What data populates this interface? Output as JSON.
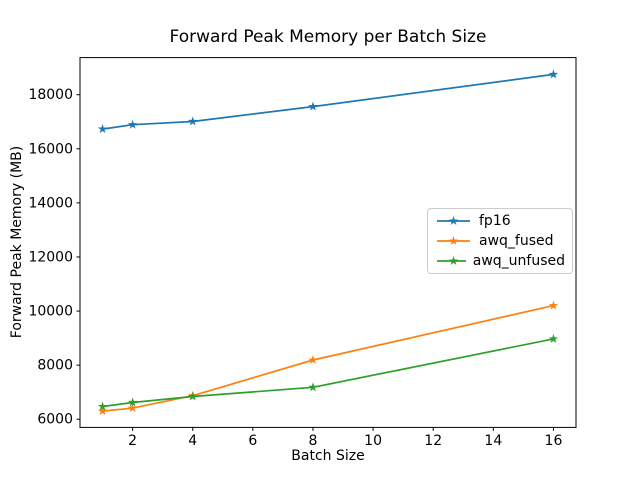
{
  "chart_data": {
    "type": "line",
    "title": "Forward Peak Memory per Batch Size",
    "xlabel": "Batch Size",
    "ylabel": "Forward Peak Memory (MB)",
    "x": [
      1,
      2,
      4,
      8,
      16
    ],
    "series": [
      {
        "name": "fp16",
        "color": "#1f77b4",
        "values": [
          16730,
          16890,
          17010,
          17560,
          18750
        ]
      },
      {
        "name": "awq_fused",
        "color": "#ff7f0e",
        "values": [
          6300,
          6410,
          6870,
          8190,
          10200
        ]
      },
      {
        "name": "awq_unfused",
        "color": "#2ca02c",
        "values": [
          6470,
          6620,
          6840,
          7180,
          8970
        ]
      }
    ],
    "xticks": [
      2,
      4,
      6,
      8,
      10,
      12,
      14,
      16
    ],
    "yticks": [
      6000,
      8000,
      10000,
      12000,
      14000,
      16000,
      18000
    ],
    "xlim": [
      0.25,
      16.75
    ],
    "ylim": [
      5698,
      19372
    ],
    "marker": "star",
    "line_width": 1.5,
    "grid": false,
    "legend_position": "center right",
    "background": "#ffffff",
    "text_color": "#000000"
  }
}
